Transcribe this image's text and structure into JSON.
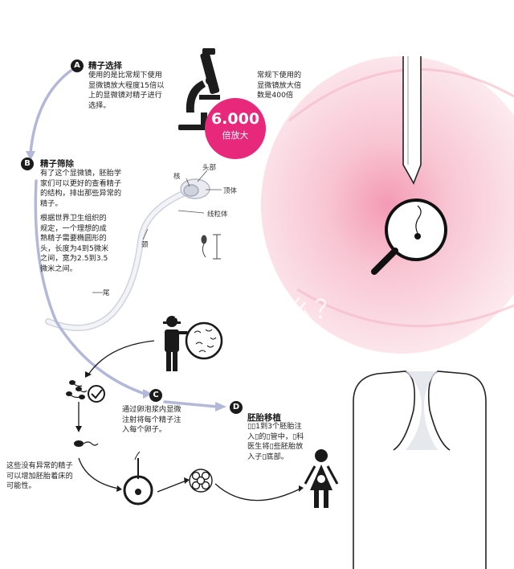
{
  "step_a": {
    "badge": "A",
    "title": "精子选择",
    "body": [
      "使用的是比常规下使用",
      "显微镜放大程度15倍以",
      "上的显微镜对精子进行",
      "选择。"
    ]
  },
  "microscope_note": [
    "常规下使用的",
    "显微镜放大倍",
    "数是400倍"
  ],
  "magnification": {
    "value": "6.000",
    "label": "倍放大"
  },
  "step_b": {
    "badge": "B",
    "title": "精子筛除",
    "body1": [
      "有了这个显微镜，胚胎学",
      "家们可以更好的查看精子",
      "的结构，排出那些异常的",
      "精子。"
    ],
    "body2": [
      "根据世界卫生组织的",
      "规定，一个理想的成",
      "熟精子需要椭圆形的",
      "头，长度为4到5微米",
      "之间，宽为2.5到3.5",
      "微米之间。"
    ]
  },
  "sperm_labels": {
    "nucleus": "核",
    "head": "头部",
    "acrosome": "顶体",
    "mitochondria": "线粒体",
    "neck": "颈",
    "tail": "尾"
  },
  "step_c": {
    "badge": "C",
    "body": [
      "通过卵泡浆内显微",
      "注射将每个精子注",
      "入每个卵子。"
    ]
  },
  "step_d": {
    "badge": "D",
    "title": "胚胎移植",
    "body": [
      "▯▯1到3个胚胎注",
      "入▯的▯管中，▯科",
      "医生将▯些胚胎放",
      "入子▯底部。"
    ]
  },
  "bottom_note": [
    "这些没有异常的精子",
    "可以增加胚胎着床的",
    "可能性。"
  ],
  "overlay_title": "IMSI是什么？",
  "colors": {
    "pink": "#e8287a",
    "arrow": "#b3b8d8",
    "womb": "#f6c7d3"
  }
}
